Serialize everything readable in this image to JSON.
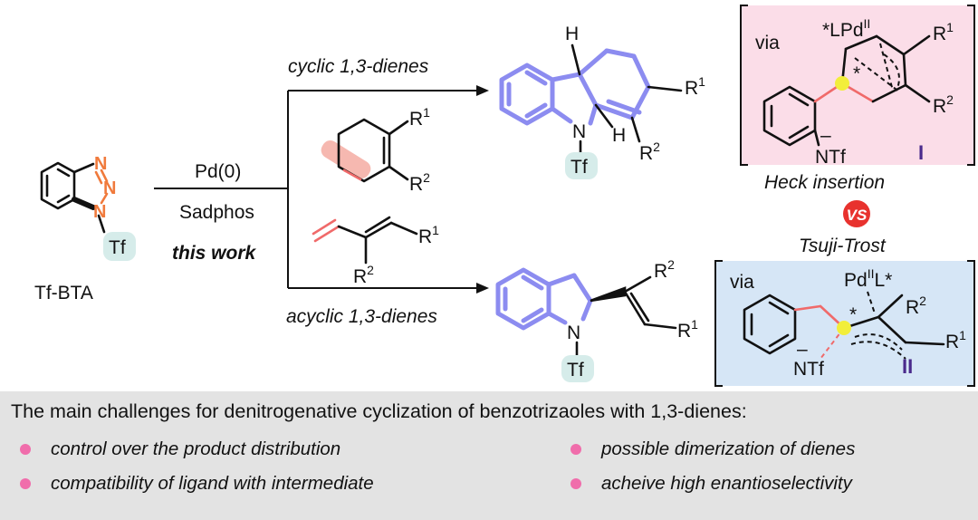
{
  "reactant": {
    "n_atoms": [
      "N",
      "N",
      "N"
    ],
    "tf_label": "Tf",
    "name": "Tf-BTA"
  },
  "conditions": {
    "catalyst": "Pd(0)",
    "ligand": "Sadphos",
    "note": "this work"
  },
  "branch_top": {
    "label": "cyclic 1,3-dienes",
    "diene_r1": "R",
    "diene_r1_sup": "1",
    "diene_r2": "R",
    "diene_r2_sup": "2",
    "product": {
      "h_top": "H",
      "h_bottom": "H",
      "n_label": "N",
      "tf_label": "Tf",
      "r1": "R",
      "r1_sup": "1",
      "r2": "R",
      "r2_sup": "2"
    }
  },
  "branch_bottom": {
    "label": "acyclic 1,3-dienes",
    "diene_r1": "R",
    "diene_r1_sup": "1",
    "diene_r2": "R",
    "diene_r2_sup": "2",
    "product": {
      "n_label": "N",
      "tf_label": "Tf",
      "r1": "R",
      "r1_sup": "1",
      "r2": "R",
      "r2_sup": "2"
    }
  },
  "intermediate_1": {
    "via": "via",
    "pd_label": "*LPd",
    "pd_sup": "II",
    "star": "*",
    "r1": "R",
    "r1_sup": "1",
    "r2": "R",
    "r2_sup": "2",
    "charge": "–",
    "ntf": "NTf",
    "numeral": "I",
    "caption": "Heck insertion"
  },
  "versus": "VS",
  "intermediate_2": {
    "title_above": "Tsuji-Trost",
    "via": "via",
    "pd_label": "Pd",
    "pd_sup": "II",
    "pd_suffix": "L*",
    "star": "*",
    "r1": "R",
    "r1_sup": "1",
    "r2": "R",
    "r2_sup": "2",
    "charge": "–",
    "ntf": "NTf",
    "numeral": "II"
  },
  "challenges": {
    "title": "The main challenges for denitrogenative cyclization of benzotrizaoles with 1,3-dienes:",
    "items": [
      "control over the product distribution",
      "possible dimerization of dienes",
      "compatibility of ligand with intermediate",
      "acheive high enantioselectivity"
    ]
  },
  "colors": {
    "product_bond": "#8c8cf0",
    "azide_n": "#f07a3c",
    "highlight_red": "#f06a6a",
    "panel_pink": "#fbdde8",
    "panel_blue": "#d6e6f6",
    "tf_bubble": "#d6ecea",
    "vs_red": "#e8322e",
    "star_yellow": "#f2ee3a",
    "bullet_pink": "#f06dab",
    "numeral_purple": "#4a2a8c"
  }
}
